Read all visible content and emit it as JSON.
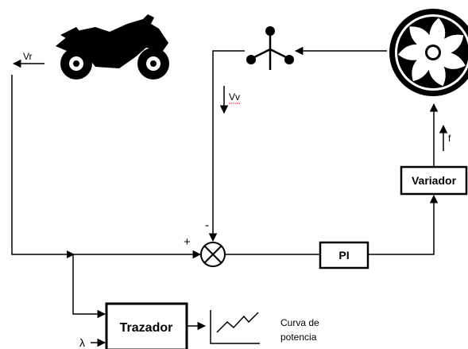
{
  "labels": {
    "vr": "Vr",
    "vv": "Vv",
    "f": "f",
    "plus": "+",
    "minus": "-",
    "lambda": "λ",
    "curve_line1": "Curva de",
    "curve_line2": "potencia"
  },
  "blocks": {
    "pi": "PI",
    "variador": "Variador",
    "trazador": "Trazador"
  },
  "icons": {
    "motorcycle": "motorcycle-icon",
    "anemometer": "anemometer-icon",
    "fan": "fan-icon",
    "sum": "summing-junction-icon",
    "power_curve": "power-curve-icon"
  },
  "colors": {
    "line": "#000000",
    "accent_underline": "#ff0000"
  }
}
